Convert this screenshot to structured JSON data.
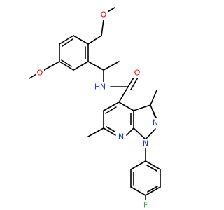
{
  "atoms": {
    "O1": {
      "label": "O",
      "color": "#e00000"
    },
    "O2": {
      "label": "O",
      "color": "#e00000"
    },
    "N_amide": {
      "label": "N",
      "color": "#1a3fd6"
    },
    "H_amide": {
      "label": "H",
      "color": "#1a3fd6"
    },
    "O_carbonyl": {
      "label": "O",
      "color": "#e00000"
    },
    "N_pyrazole": {
      "label": "N",
      "color": "#1a3fd6"
    },
    "N_pyridine": {
      "label": "N",
      "color": "#1a3fd6"
    },
    "N_aryl": {
      "label": "N",
      "color": "#1a3fd6"
    },
    "F": {
      "label": "F",
      "color": "#39b54a"
    }
  },
  "colors": {
    "bond": "#000000",
    "oxygen": "#e00000",
    "nitrogen": "#1a3fd6",
    "fluorine": "#39b54a",
    "background": "#ffffff"
  }
}
